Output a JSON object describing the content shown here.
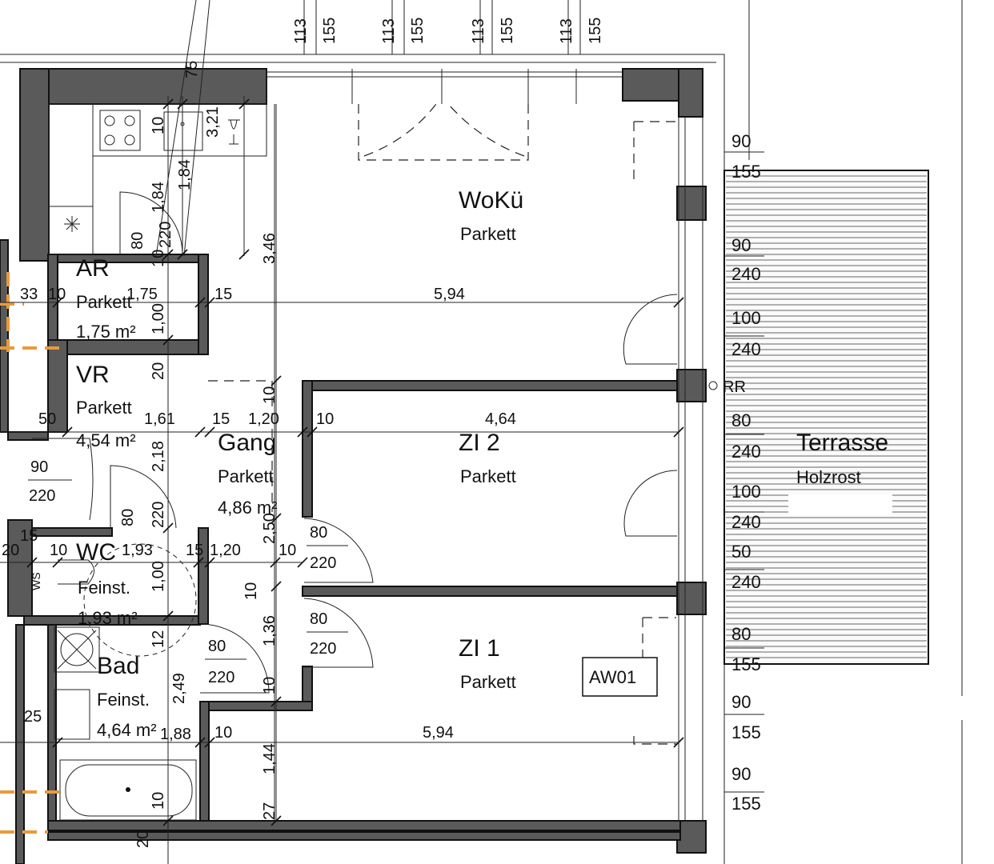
{
  "rooms": {
    "woku": {
      "name": "WoKü",
      "floor": "Parkett"
    },
    "zi2": {
      "name": "ZI 2",
      "floor": "Parkett"
    },
    "zi1": {
      "name": "ZI 1",
      "floor": "Parkett"
    },
    "gang": {
      "name": "Gang",
      "floor": "Parkett",
      "area": "4,86 m²"
    },
    "ar": {
      "name": "AR",
      "floor": "Parkett",
      "area": "1,75 m²"
    },
    "vr": {
      "name": "VR",
      "floor": "Parkett",
      "area": "4,54 m²"
    },
    "wc": {
      "name": "WC",
      "floor": "Feinst.",
      "area": "1,93 m²"
    },
    "bad": {
      "name": "Bad",
      "floor": "Feinst.",
      "area": "4,64 m²"
    },
    "terrasse": {
      "name": "Terrasse",
      "floor": "Holzrost"
    }
  },
  "labels": {
    "aw01": "AW01",
    "rr": "RR",
    "ws": "WS"
  },
  "top_dims": [
    "113",
    "155",
    "113",
    "155",
    "113",
    "155",
    "113",
    "155"
  ],
  "right_dims": [
    "90",
    "155",
    "90",
    "240",
    "100",
    "240",
    "80",
    "240",
    "100",
    "240",
    "50",
    "240",
    "80",
    "155",
    "90",
    "155",
    "90",
    "155"
  ],
  "h_dims": {
    "d594a": "5,94",
    "d464": "4,64",
    "d594b": "5,94",
    "d15a": "15",
    "d15b": "15",
    "d15c": "15",
    "d15d": "15",
    "d120a": "1,20",
    "d120b": "1,20",
    "d10a": "10",
    "d10b": "10",
    "d10c": "10",
    "d10d": "10",
    "d10e": "10",
    "d175": "1,75",
    "d161": "1,61",
    "d193": "1,93",
    "d188": "1,88",
    "d33": "33",
    "d50": "50",
    "d20": "20",
    "d25": "25"
  },
  "v_dims": {
    "d75": "75",
    "d321": "3,21",
    "d184a": "1,84",
    "d184b": "1,84",
    "d346": "3,46",
    "d80a": "80",
    "d10f": "10",
    "d220a": "220",
    "d10g": "10",
    "d100a": "1,00",
    "d20a": "20",
    "d218": "2,18",
    "d10h": "10",
    "d80b": "80",
    "d220b": "220",
    "d250": "2,50",
    "d10i": "10",
    "d100b": "1,00",
    "d12": "12",
    "d249": "2,49",
    "d136": "1,36",
    "d10j": "10",
    "d144": "1,44",
    "d27": "27",
    "d10k": "10",
    "d20b": "20"
  },
  "doors": {
    "d1": {
      "w": "90",
      "h": "220"
    },
    "d2": {
      "w": "80",
      "h": "220"
    },
    "d3": {
      "w": "80",
      "h": "220"
    },
    "d4": {
      "w": "80",
      "h": "220"
    }
  }
}
